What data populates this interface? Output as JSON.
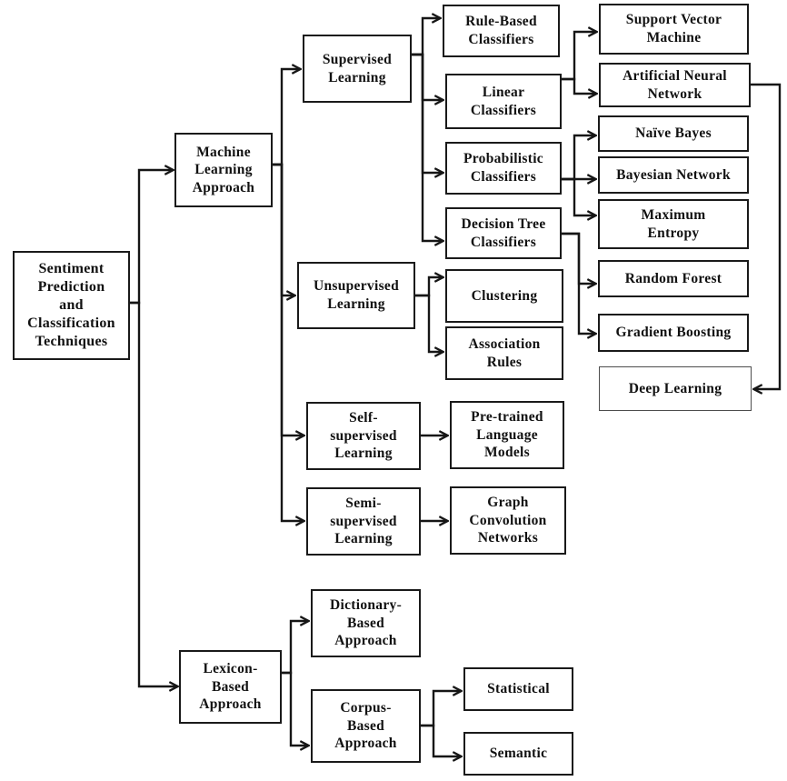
{
  "diagram": {
    "title": "Sentiment Prediction and Classification Techniques taxonomy",
    "background_color": "#ffffff",
    "line_color": "#161616",
    "box_border_color": "#1a1a1a",
    "text_color": "#111111",
    "nodes": [
      {
        "id": "root",
        "label": "Sentiment\nPrediction\nand\nClassification\nTechniques"
      },
      {
        "id": "machine-learning-approach",
        "label": "Machine\nLearning\nApproach"
      },
      {
        "id": "supervised-learning",
        "label": "Supervised\nLearning"
      },
      {
        "id": "unsupervised-learning",
        "label": "Unsupervised\nLearning"
      },
      {
        "id": "rule-based-classifiers",
        "label": "Rule-Based\nClassifiers"
      },
      {
        "id": "linear-classifiers",
        "label": "Linear\nClassifiers"
      },
      {
        "id": "probabilistic-classifiers",
        "label": "Probabilistic\nClassifiers"
      },
      {
        "id": "decision-tree-classifiers",
        "label": "Decision Tree\nClassifiers"
      },
      {
        "id": "clustering",
        "label": "Clustering"
      },
      {
        "id": "association-rules",
        "label": "Association\nRules"
      },
      {
        "id": "support-vector-machine",
        "label": "Support Vector\nMachine"
      },
      {
        "id": "artificial-neural-network",
        "label": "Artificial Neural\nNetwork"
      },
      {
        "id": "naive-bayes",
        "label": "Naïve Bayes"
      },
      {
        "id": "bayesian-network",
        "label": "Bayesian Network"
      },
      {
        "id": "maximum-entropy",
        "label": "Maximum\nEntropy"
      },
      {
        "id": "random-forest",
        "label": "Random Forest"
      },
      {
        "id": "gradient-boosting",
        "label": "Gradient Boosting"
      },
      {
        "id": "deep-learning",
        "label": "Deep Learning"
      },
      {
        "id": "self-supervised-learning",
        "label": "Self-\nsupervised\nLearning"
      },
      {
        "id": "pre-trained-language-models",
        "label": "Pre-trained\nLanguage\nModels"
      },
      {
        "id": "semi-supervised-learning",
        "label": "Semi-\nsupervised\nLearning"
      },
      {
        "id": "graph-convolution-networks",
        "label": "Graph\nConvolution\nNetworks"
      },
      {
        "id": "lexicon-based-approach",
        "label": "Lexicon-\nBased\nApproach"
      },
      {
        "id": "dictionary-based-approach",
        "label": "Dictionary-\nBased\nApproach"
      },
      {
        "id": "corpus-based-approach",
        "label": "Corpus-\nBased\nApproach"
      },
      {
        "id": "statistical",
        "label": "Statistical"
      },
      {
        "id": "semantic",
        "label": "Semantic"
      }
    ],
    "edges": [
      {
        "from": "root",
        "to": "machine-learning-approach"
      },
      {
        "from": "root",
        "to": "lexicon-based-approach"
      },
      {
        "from": "machine-learning-approach",
        "to": "supervised-learning"
      },
      {
        "from": "machine-learning-approach",
        "to": "unsupervised-learning"
      },
      {
        "from": "machine-learning-approach",
        "to": "self-supervised-learning"
      },
      {
        "from": "machine-learning-approach",
        "to": "semi-supervised-learning"
      },
      {
        "from": "supervised-learning",
        "to": "rule-based-classifiers"
      },
      {
        "from": "supervised-learning",
        "to": "linear-classifiers"
      },
      {
        "from": "supervised-learning",
        "to": "probabilistic-classifiers"
      },
      {
        "from": "supervised-learning",
        "to": "decision-tree-classifiers"
      },
      {
        "from": "linear-classifiers",
        "to": "support-vector-machine"
      },
      {
        "from": "linear-classifiers",
        "to": "artificial-neural-network"
      },
      {
        "from": "probabilistic-classifiers",
        "to": "naive-bayes"
      },
      {
        "from": "probabilistic-classifiers",
        "to": "bayesian-network"
      },
      {
        "from": "probabilistic-classifiers",
        "to": "maximum-entropy"
      },
      {
        "from": "decision-tree-classifiers",
        "to": "random-forest"
      },
      {
        "from": "decision-tree-classifiers",
        "to": "gradient-boosting"
      },
      {
        "from": "unsupervised-learning",
        "to": "clustering"
      },
      {
        "from": "unsupervised-learning",
        "to": "association-rules"
      },
      {
        "from": "self-supervised-learning",
        "to": "pre-trained-language-models"
      },
      {
        "from": "semi-supervised-learning",
        "to": "graph-convolution-networks"
      },
      {
        "from": "artificial-neural-network",
        "to": "deep-learning"
      },
      {
        "from": "lexicon-based-approach",
        "to": "dictionary-based-approach"
      },
      {
        "from": "lexicon-based-approach",
        "to": "corpus-based-approach"
      },
      {
        "from": "corpus-based-approach",
        "to": "statistical"
      },
      {
        "from": "corpus-based-approach",
        "to": "semantic"
      }
    ]
  }
}
